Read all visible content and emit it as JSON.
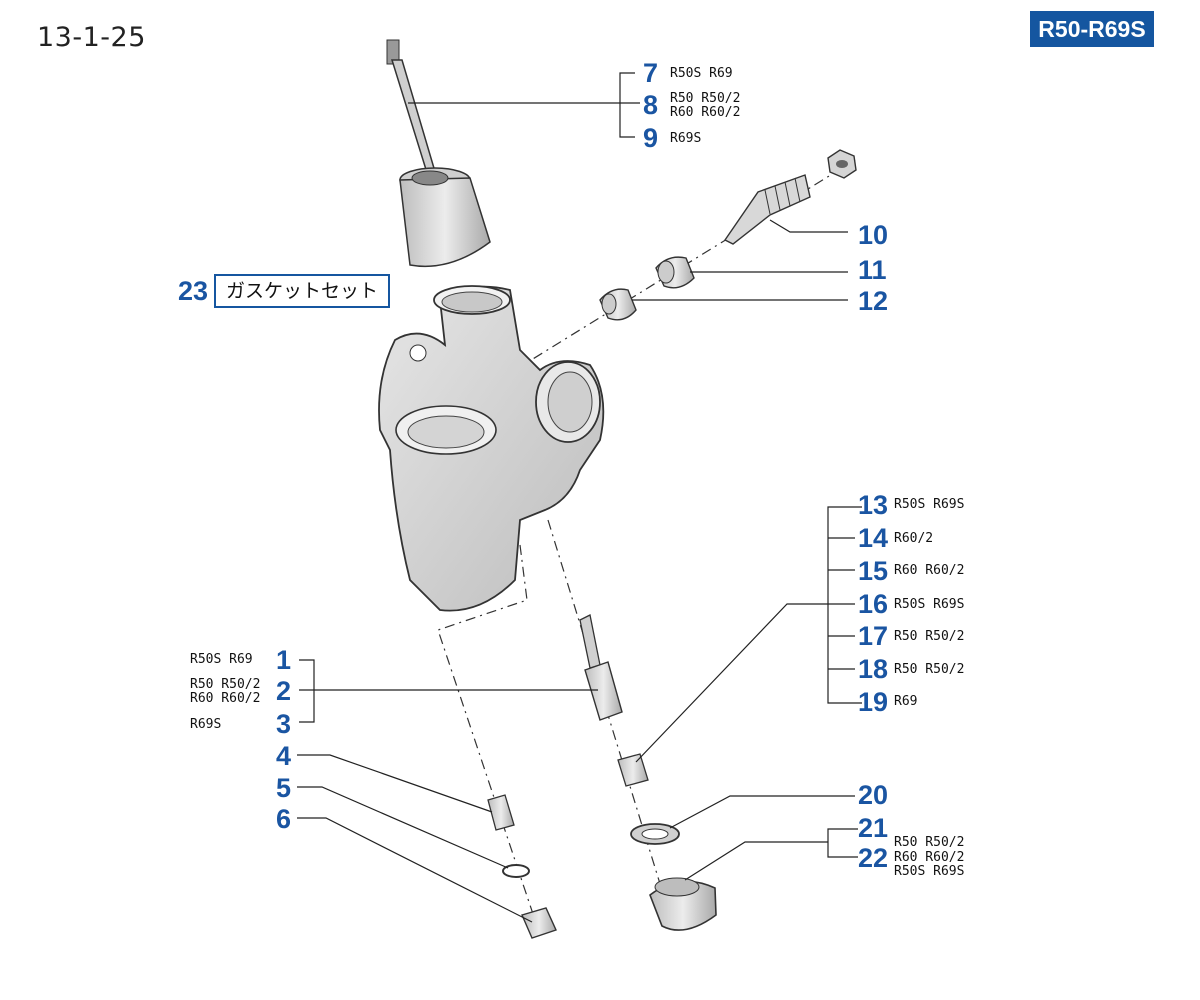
{
  "page_code": "13-1-25",
  "model_badge": "R50-R69S",
  "parts": [
    {
      "no": "1",
      "models": "R50S R69"
    },
    {
      "no": "2",
      "models": [
        "R50 R50/2",
        "R60 R60/2"
      ]
    },
    {
      "no": "3",
      "models": "R69S"
    },
    {
      "no": "4",
      "models": ""
    },
    {
      "no": "5",
      "models": ""
    },
    {
      "no": "6",
      "models": ""
    },
    {
      "no": "7",
      "models": "R50S R69"
    },
    {
      "no": "8",
      "models": [
        "R50 R50/2",
        "R60 R60/2"
      ]
    },
    {
      "no": "9",
      "models": "R69S"
    },
    {
      "no": "10",
      "models": ""
    },
    {
      "no": "11",
      "models": ""
    },
    {
      "no": "12",
      "models": ""
    },
    {
      "no": "13",
      "models": "R50S R69S"
    },
    {
      "no": "14",
      "models": "R60/2"
    },
    {
      "no": "15",
      "models": "R60 R60/2"
    },
    {
      "no": "16",
      "models": "R50S R69S"
    },
    {
      "no": "17",
      "models": "R50 R50/2"
    },
    {
      "no": "18",
      "models": "R50 R50/2"
    },
    {
      "no": "19",
      "models": "R69"
    },
    {
      "no": "20",
      "models": ""
    },
    {
      "no": "21",
      "models": ""
    },
    {
      "no": "22",
      "models": ""
    },
    {
      "no": "23",
      "models": "ガスケットセット"
    }
  ],
  "parts_21_22_models": [
    "R50 R50/2",
    "R60 R60/2",
    "R50S R69S"
  ],
  "colors": {
    "accent": "#1556a0",
    "callout_number": "#1a55a2",
    "line": "#222222",
    "part_fill": "#d9d9d9"
  }
}
